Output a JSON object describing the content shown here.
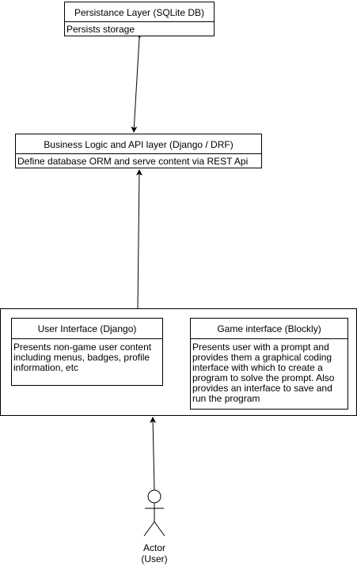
{
  "persistence": {
    "title": "Persistance Layer (SQLite DB)",
    "description": "Persists storage"
  },
  "business": {
    "title": "Business Logic and API layer (Django / DRF)",
    "description": "Define database ORM and serve content via REST Api"
  },
  "user_interface": {
    "title": "User Interface (Django)",
    "description": "Presents non-game user content including menus, badges, profile information, etc"
  },
  "game_interface": {
    "title": "Game interface (Blockly)",
    "description": "Presents user with a prompt and provides them a graphical coding interface with which to create a program to solve the prompt. Also provides an interface to save and run the program"
  },
  "actor": {
    "line1": "Actor",
    "line2": "(User)"
  },
  "colors": {
    "stroke": "#000000",
    "background": "#ffffff"
  }
}
